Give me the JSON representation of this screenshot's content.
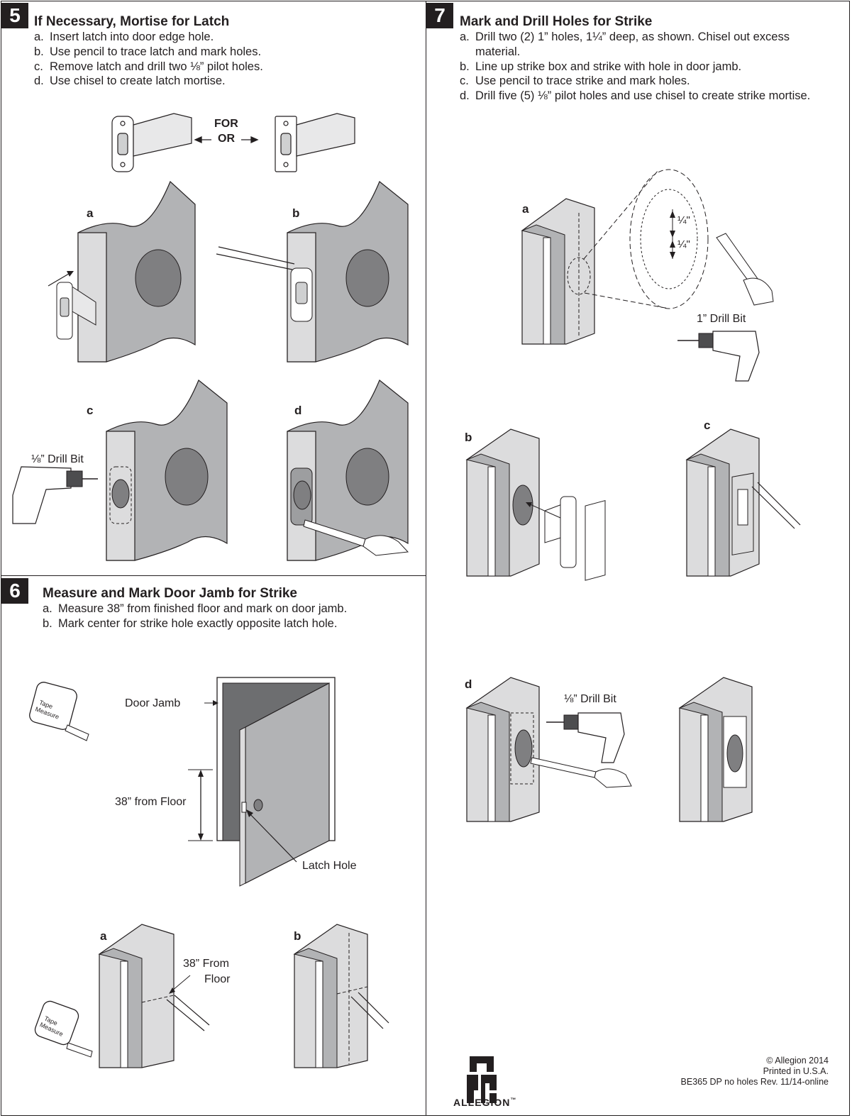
{
  "section5": {
    "number": "5",
    "title": "If Necessary, Mortise for Latch",
    "steps": [
      {
        "key": "a.",
        "text": "Insert latch into door edge hole."
      },
      {
        "key": "b.",
        "text": "Use pencil to trace latch and mark holes."
      },
      {
        "key": "c.",
        "text": "Remove latch and drill two ⅛” pilot holes."
      },
      {
        "key": "d.",
        "text": "Use chisel to create latch mortise."
      }
    ],
    "for_label": "FOR",
    "or_label": "OR",
    "fig_a": "a",
    "fig_b": "b",
    "fig_c": "c",
    "fig_d": "d",
    "drill_bit": "⅛” Drill Bit"
  },
  "section6": {
    "number": "6",
    "title": "Measure and Mark Door Jamb for Strike",
    "steps": [
      {
        "key": "a.",
        "text": "Measure 38” from finished floor and mark on door jamb."
      },
      {
        "key": "b.",
        "text": "Mark center for strike hole exactly opposite latch hole."
      }
    ],
    "door_jamb": "Door Jamb",
    "from_floor": "38” from Floor",
    "latch_hole": "Latch Hole",
    "tape_line1": "Tape",
    "tape_line2": "Measure",
    "fig_a": "a",
    "fig_b": "b",
    "from_floor_a1": "38” From",
    "from_floor_a2": "Floor"
  },
  "section7": {
    "number": "7",
    "title": "Mark and Drill Holes for Strike",
    "steps": [
      {
        "key": "a.",
        "text": "Drill two (2) 1” holes, 1¼” deep, as shown. Chisel out excess material."
      },
      {
        "key": "b.",
        "text": "Line up strike box and strike with hole in door jamb."
      },
      {
        "key": "c.",
        "text": "Use pencil to trace strike and mark holes."
      },
      {
        "key": "d.",
        "text": "Drill five (5) ⅛” pilot holes and use chisel to create strike mortise."
      }
    ],
    "fig_a": "a",
    "fig_b": "b",
    "fig_c": "c",
    "fig_d": "d",
    "quarter1": "¼\"",
    "quarter2": "¼\"",
    "drill_1in": "1” Drill Bit",
    "drill_eighth": "⅛” Drill Bit"
  },
  "footer": {
    "copyright": "© Allegion 2014",
    "printed": "Printed in U.S.A.",
    "doc": "BE365 DP no holes Rev. 11/14-online",
    "brand": "ALLEGION",
    "tm": "™"
  },
  "colors": {
    "ink": "#231f20",
    "door_gray": "#b2b3b5",
    "edge_gray": "#dcdcdd",
    "hole_gray": "#7f7f81",
    "dark_gray": "#6d6e70"
  }
}
